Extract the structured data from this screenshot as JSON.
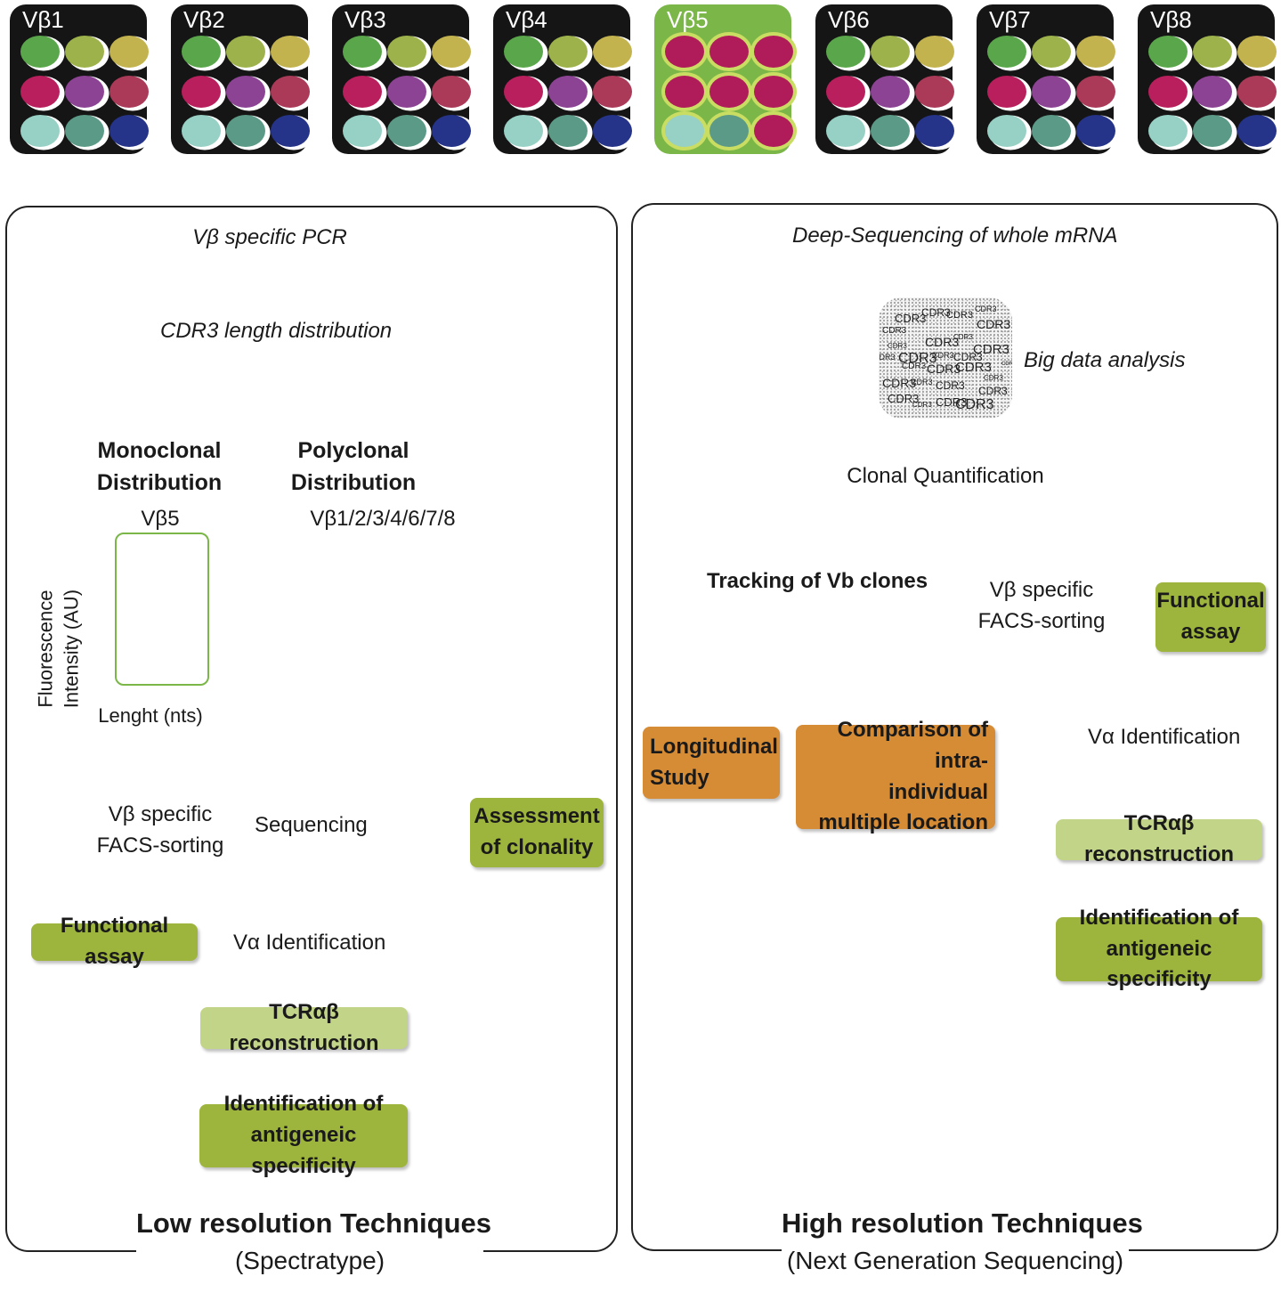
{
  "plates": [
    {
      "label": "Vβ1",
      "highlight": false
    },
    {
      "label": "Vβ2",
      "highlight": false
    },
    {
      "label": "Vβ3",
      "highlight": false
    },
    {
      "label": "Vβ4",
      "highlight": false
    },
    {
      "label": "Vβ5",
      "highlight": true
    },
    {
      "label": "Vβ6",
      "highlight": false
    },
    {
      "label": "Vβ7",
      "highlight": false
    },
    {
      "label": "Vβ8",
      "highlight": false
    }
  ],
  "well_colors": [
    "#5aa64a",
    "#9db24a",
    "#c3b34e",
    "#b81f5c",
    "#8c4394",
    "#aa3a57",
    "#97d0c4",
    "#5b9a86",
    "#253388"
  ],
  "highlight_well_colors": [
    "#b01c5a",
    "#b01c5a",
    "#b01c5a",
    "#b01c5a",
    "#b01c5a",
    "#b01c5a",
    "#97d0c4",
    "#5b9a86",
    "#b01c5a"
  ],
  "colors": {
    "green_box": "#9db53c",
    "light_green_box": "#c2d487",
    "orange_box": "#d68b35",
    "highlight_frame": "#7ab648"
  },
  "low": {
    "pcr": "Vβ specific PCR",
    "cdr3": "CDR3 length distribution",
    "mono": "Monoclonal\nDistribution",
    "poly": "Polyclonal\nDistribution",
    "mono_vb": "Vβ5",
    "poly_vb": "Vβ1/2/3/4/6/7/8",
    "ylabel": "Fluorescence\nIntensity (AU)",
    "xlabel": "Lenght (nts)",
    "facs": "Vβ specific\nFACS-sorting",
    "sequencing": "Sequencing",
    "clonality": "Assessment\nof clonality",
    "functional": "Functional assay",
    "va": "Vα Identification",
    "tcr": "TCRαβ reconstruction",
    "antigen": "Identification of\nantigeneic specificity",
    "title": "Low resolution Techniques",
    "subtitle": "(Spectratype)"
  },
  "high": {
    "deep": "Deep-Sequencing of whole mRNA",
    "cdr3_word": "CDR3",
    "bigdata": "Big data analysis",
    "clonal": "Clonal Quantification",
    "tracking": "Tracking of Vb clones",
    "facs": "Vβ specific\nFACS-sorting",
    "functional": "Functional\nassay",
    "longitudinal": "Longitudinal\nStudy",
    "comparison": "Comparison of intra-\nindividual\nmultiple location",
    "va": "Vα Identification",
    "tcr": "TCRαβ reconstruction",
    "antigen": "Identification of\nantigeneic specificity",
    "title": "High resolution Techniques",
    "subtitle": "(Next Generation Sequencing)"
  }
}
